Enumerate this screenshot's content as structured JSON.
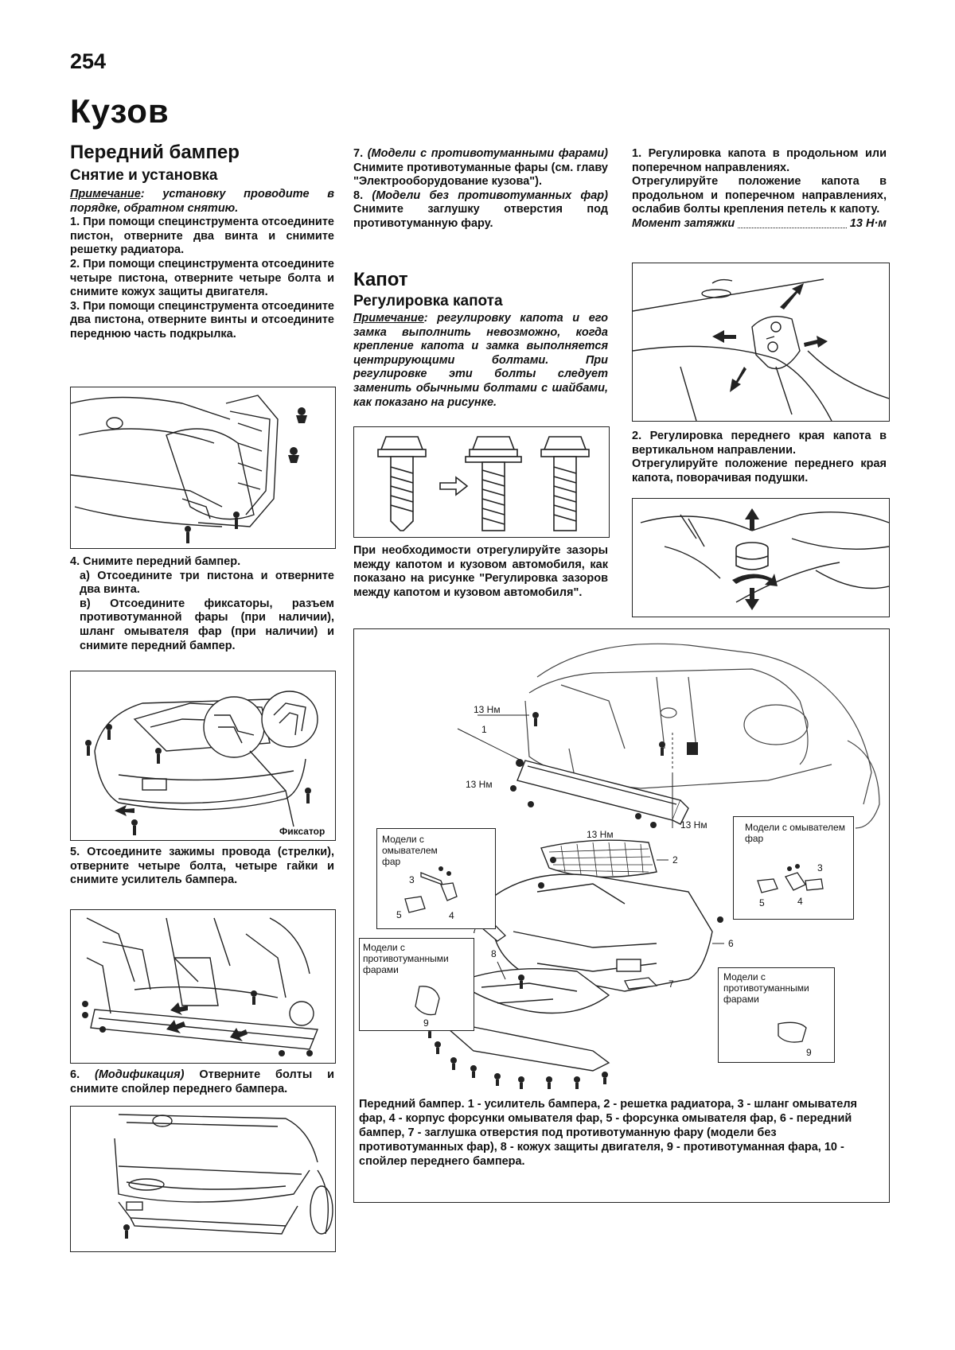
{
  "page": {
    "number": "254",
    "title": "Кузов"
  },
  "col1": {
    "heading": "Передний бампер",
    "subheading": "Снятие и установка",
    "note_label": "Примечание",
    "note_text": ": установку проводите в порядке, обратном снятию.",
    "steps": [
      "1. При помощи специнструмента отсоедините пистон, отверните два винта и снимите решетку радиатора.",
      "2. При помощи специнструмента отсоедините четыре пистона, отверните четыре болта и снимите кожух защиты двигателя.",
      "3. При помощи специнструмента отсоедините два пистона, отверните винты и отсоедините переднюю часть подкрылка."
    ],
    "step4_title": "4. Снимите передний бампер.",
    "step4_a": "а) Отсоедините три пистона и отверните два винта.",
    "step4_b": "в) Отсоедините фиксаторы, разъем противотуманной фары (при наличии), шланг омывателя фар (при наличии) и снимите передний бампер.",
    "fig2_label": "Фиксатор",
    "step5": "5. Отсоедините зажимы провода (стрелки), отверните четыре болта, четыре гайки и снимите усилитель бампера.",
    "step6_num": "6. ",
    "step6_italic": "(Модификация)",
    "step6_rest": " Отверните болты и снимите спойлер переднего бампера."
  },
  "col2": {
    "step7_num": "7. ",
    "step7_italic": "(Модели с противотуманными фарами)",
    "step7_rest": " Снимите противотуманные фары (см. главу \"Электрооборудование кузова\").",
    "step8_num": "8. ",
    "step8_italic": "(Модели без противотуманных фар)",
    "step8_rest": " Снимите заглушку отверстия под противотуманную фару.",
    "heading": "Капот",
    "subheading": "Регулировка капота",
    "note_label": "Примечание",
    "note_text": ": регулировку капота и его замка выполнить невозможно, когда крепление капота и замка выполняется центрирующими болтами. При регулировке эти болты следует заменить обычными болтами с шайбами, как показано на рисунке.",
    "para": "При необходимости отрегулируйте зазоры между капотом и кузовом автомобиля, как показано на рисунке \"Регулировка зазоров между капотом и кузовом автомобиля\"."
  },
  "col3": {
    "item1": "1. Регулировка капота в продольном или поперечном направлениях.",
    "item1_text": "Отрегулируйте положение капота в продольном и поперечном направлениях, ослабив болты крепления петель к капоту.",
    "torque_label": "Момент затяжки",
    "torque_value": "13 Н·м",
    "item2": "2. Регулировка переднего края капота в вертикальном направлении.",
    "item2_text": "Отрегулируйте положение переднего края капота, поворачивая подушки."
  },
  "exploded": {
    "torque_a": "13 Нм",
    "torque_b": "13 Нм",
    "torque_c": "13 Нм",
    "torque_d": "13 Нм",
    "box_washer_left": "Модели с омывателем фар",
    "box_washer_right": "Модели с омывателем фар",
    "box_fog_left": "Модели с противотуманными фарами",
    "box_fog_right": "Модели с противотуманными фарами",
    "caption": "Передний бампер. 1 - усилитель бампера, 2 - решетка радиатора, 3 - шланг омывателя фар, 4 - корпус форсунки омывателя фар, 5 - форсунка омывателя фар, 6 - передний бампер, 7 - заглушка отверстия под противотуманную фару (модели без противотуманных фар), 8 - кожух защиты двигателя, 9 - противотуманная фара, 10 - спойлер переднего бампера."
  }
}
